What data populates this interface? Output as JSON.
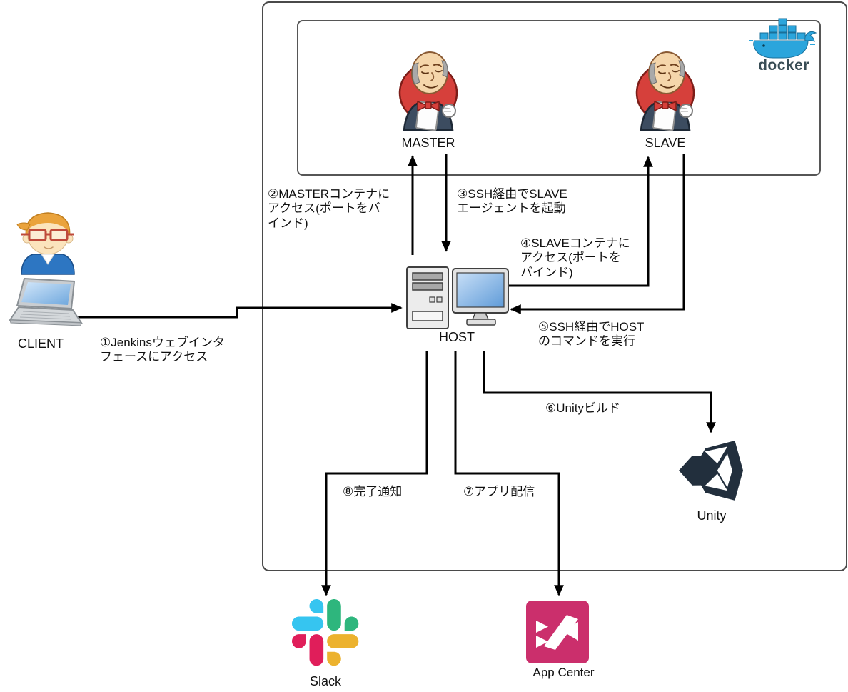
{
  "nodes": {
    "client": "CLIENT",
    "master": "MASTER",
    "slave": "SLAVE",
    "host": "HOST",
    "unity": "Unity",
    "slack": "Slack",
    "appcenter": "App Center",
    "docker": "docker"
  },
  "steps": {
    "s1": "①Jenkinsウェブインタ\nフェースにアクセス",
    "s2": "②MASTERコンテナに\nアクセス(ポートをバ\nインド)",
    "s3": "③SSH経由でSLAVE\nエージェントを起動",
    "s4": "④SLAVEコンテナに\nアクセス(ポートを\nバインド)",
    "s5": "⑤SSH経由でHOST\nのコマンドを実行",
    "s6": "⑥Unityビルド",
    "s7": "⑦アプリ配信",
    "s8": "⑧完了通知"
  },
  "colors": {
    "arrow": "#000000",
    "box_border": "#4a4a4a",
    "jenkins_red": "#d6403b",
    "jenkins_suit": "#3c4c60",
    "docker_blue": "#2ba5dc",
    "docker_text": "#394d55",
    "unity_dark": "#222f3d",
    "slack_blue": "#36C5F0",
    "slack_green": "#2EB67D",
    "slack_yellow": "#ECB22E",
    "slack_pink": "#E01E5A",
    "appcenter_pink": "#CB2F6C",
    "screen_blue": "#6fa7dd"
  }
}
